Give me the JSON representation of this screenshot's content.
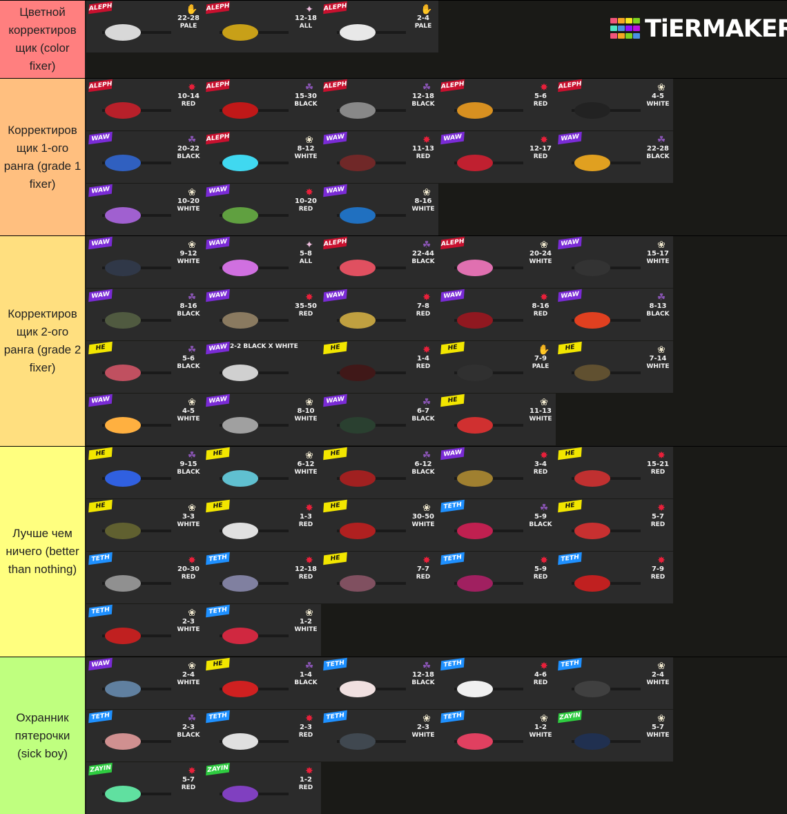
{
  "logo": {
    "text": "TiERMAKER"
  },
  "badge_colors": {
    "ALEPH": "#c8102e",
    "WAW": "#7a2bd6",
    "HE": "#f2e600",
    "TETH": "#1e90ff",
    "ZAYIN": "#2ecc40"
  },
  "damage_colors": {
    "RED": "#e8203a",
    "WHITE": "#f2ead0",
    "BLACK": "#8a55b5",
    "PALE": "#4fd5c8",
    "ALL": "#f0c0e0"
  },
  "tiers": [
    {
      "label": "Цветной корректиров щик (color fixer)",
      "color": "#ff7f7f",
      "items": [
        {
          "badge": "ALEPH",
          "damage": "22-28",
          "type": "PALE",
          "weapon_color": "#d8d8d8"
        },
        {
          "badge": "ALEPH",
          "damage": "12-18",
          "type": "ALL",
          "weapon_color": "#c8a018"
        },
        {
          "badge": "ALEPH",
          "damage": "2-4",
          "type": "PALE",
          "weapon_color": "#e8e8e8"
        }
      ]
    },
    {
      "label": "Корректиров щик 1-ого ранга (grade 1 fixer)",
      "color": "#ffbf7f",
      "items": [
        {
          "badge": "ALEPH",
          "damage": "10-14",
          "type": "RED",
          "weapon_color": "#b8202a"
        },
        {
          "badge": "ALEPH",
          "damage": "15-30",
          "type": "BLACK",
          "weapon_color": "#c01818"
        },
        {
          "badge": "ALEPH",
          "damage": "12-18",
          "type": "BLACK",
          "weapon_color": "#888888"
        },
        {
          "badge": "ALEPH",
          "damage": "5-6",
          "type": "RED",
          "weapon_color": "#d89020"
        },
        {
          "badge": "ALEPH",
          "damage": "4-5",
          "type": "WHITE",
          "weapon_color": "#222222"
        },
        {
          "badge": "WAW",
          "damage": "20-22",
          "type": "BLACK",
          "weapon_color": "#3060c0"
        },
        {
          "badge": "ALEPH",
          "damage": "8-12",
          "type": "WHITE",
          "weapon_color": "#40d8f0"
        },
        {
          "badge": "WAW",
          "damage": "11-13",
          "type": "RED",
          "weapon_color": "#702828"
        },
        {
          "badge": "WAW",
          "damage": "12-17",
          "type": "RED",
          "weapon_color": "#c02030"
        },
        {
          "badge": "WAW",
          "damage": "22-28",
          "type": "BLACK",
          "weapon_color": "#e0a020"
        },
        {
          "badge": "WAW",
          "damage": "10-20",
          "type": "WHITE",
          "weapon_color": "#a060d0"
        },
        {
          "badge": "WAW",
          "damage": "10-20",
          "type": "RED",
          "weapon_color": "#60a040"
        },
        {
          "badge": "WAW",
          "damage": "8-16",
          "type": "WHITE",
          "weapon_color": "#2070c0"
        }
      ]
    },
    {
      "label": "Корректиров щик 2-ого ранга (grade 2 fixer)",
      "color": "#ffdf7f",
      "items": [
        {
          "badge": "WAW",
          "damage": "9-12",
          "type": "WHITE",
          "weapon_color": "#303848"
        },
        {
          "badge": "WAW",
          "damage": "5-8",
          "type": "ALL",
          "weapon_color": "#d070e0"
        },
        {
          "badge": "ALEPH",
          "damage": "22-44",
          "type": "BLACK",
          "weapon_color": "#e05060"
        },
        {
          "badge": "ALEPH",
          "damage": "20-24",
          "type": "WHITE",
          "weapon_color": "#e070b0"
        },
        {
          "badge": "WAW",
          "damage": "15-17",
          "type": "WHITE",
          "weapon_color": "#333333"
        },
        {
          "badge": "WAW",
          "damage": "8-16",
          "type": "BLACK",
          "weapon_color": "#505a40"
        },
        {
          "badge": "WAW",
          "damage": "35-50",
          "type": "RED",
          "weapon_color": "#8a7a60"
        },
        {
          "badge": "WAW",
          "damage": "7-8",
          "type": "RED",
          "weapon_color": "#c0a040"
        },
        {
          "badge": "WAW",
          "damage": "8-16",
          "type": "RED",
          "weapon_color": "#901820"
        },
        {
          "badge": "WAW",
          "damage": "8-13",
          "type": "BLACK",
          "weapon_color": "#e04020"
        },
        {
          "badge": "HE",
          "damage": "5-6",
          "type": "BLACK",
          "weapon_color": "#c05060"
        },
        {
          "badge": "WAW",
          "combo": "2-2 BLACK X WHITE",
          "damage": "",
          "type": "",
          "weapon_color": "#d0d0d0"
        },
        {
          "badge": "HE",
          "damage": "1-4",
          "type": "RED",
          "weapon_color": "#401818"
        },
        {
          "badge": "HE",
          "damage": "7-9",
          "type": "PALE",
          "weapon_color": "#303030"
        },
        {
          "badge": "HE",
          "damage": "7-14",
          "type": "WHITE",
          "weapon_color": "#605030"
        },
        {
          "badge": "WAW",
          "damage": "4-5",
          "type": "WHITE",
          "weapon_color": "#ffb040"
        },
        {
          "badge": "WAW",
          "damage": "8-10",
          "type": "WHITE",
          "weapon_color": "#a0a0a0"
        },
        {
          "badge": "WAW",
          "damage": "6-7",
          "type": "BLACK",
          "weapon_color": "#2a4030"
        },
        {
          "badge": "HE",
          "damage": "11-13",
          "type": "WHITE",
          "weapon_color": "#d03030"
        }
      ]
    },
    {
      "label": "Лучше чем ничего (better than nothing)",
      "color": "#ffff7f",
      "items": [
        {
          "badge": "HE",
          "damage": "9-15",
          "type": "BLACK",
          "weapon_color": "#3060e0"
        },
        {
          "badge": "HE",
          "damage": "6-12",
          "type": "WHITE",
          "weapon_color": "#60c0d0"
        },
        {
          "badge": "HE",
          "damage": "6-12",
          "type": "BLACK",
          "weapon_color": "#a02020"
        },
        {
          "badge": "WAW",
          "damage": "3-4",
          "type": "RED",
          "weapon_color": "#a08030"
        },
        {
          "badge": "HE",
          "damage": "15-21",
          "type": "RED",
          "weapon_color": "#c03030"
        },
        {
          "badge": "HE",
          "damage": "3-3",
          "type": "WHITE",
          "weapon_color": "#606030"
        },
        {
          "badge": "HE",
          "damage": "1-3",
          "type": "RED",
          "weapon_color": "#e0e0e0"
        },
        {
          "badge": "HE",
          "damage": "30-50",
          "type": "WHITE",
          "weapon_color": "#b02020"
        },
        {
          "badge": "TETH",
          "damage": "5-9",
          "type": "BLACK",
          "weapon_color": "#c02050"
        },
        {
          "badge": "HE",
          "damage": "5-7",
          "type": "RED",
          "weapon_color": "#c83030"
        },
        {
          "badge": "TETH",
          "damage": "20-30",
          "type": "RED",
          "weapon_color": "#909090"
        },
        {
          "badge": "TETH",
          "damage": "12-18",
          "type": "RED",
          "weapon_color": "#8080a0"
        },
        {
          "badge": "HE",
          "damage": "7-7",
          "type": "RED",
          "weapon_color": "#805060"
        },
        {
          "badge": "TETH",
          "damage": "5-9",
          "type": "RED",
          "weapon_color": "#a02060"
        },
        {
          "badge": "TETH",
          "damage": "7-9",
          "type": "RED",
          "weapon_color": "#c02020"
        },
        {
          "badge": "TETH",
          "damage": "2-3",
          "type": "WHITE",
          "weapon_color": "#c02020"
        },
        {
          "badge": "TETH",
          "damage": "1-2",
          "type": "WHITE",
          "weapon_color": "#d02840"
        }
      ]
    },
    {
      "label": "Охранник пятерочки (sick boy)",
      "color": "#bfff7f",
      "items": [
        {
          "badge": "WAW",
          "damage": "2-4",
          "type": "WHITE",
          "weapon_color": "#6080a0"
        },
        {
          "badge": "HE",
          "damage": "1-4",
          "type": "BLACK",
          "weapon_color": "#d02020"
        },
        {
          "badge": "TETH",
          "damage": "12-18",
          "type": "BLACK",
          "weapon_color": "#f0e0e0"
        },
        {
          "badge": "TETH",
          "damage": "4-6",
          "type": "RED",
          "weapon_color": "#f0f0f0"
        },
        {
          "badge": "TETH",
          "damage": "2-4",
          "type": "WHITE",
          "weapon_color": "#404040"
        },
        {
          "badge": "TETH",
          "damage": "2-3",
          "type": "BLACK",
          "weapon_color": "#d09090"
        },
        {
          "badge": "TETH",
          "damage": "2-3",
          "type": "RED",
          "weapon_color": "#e0e0e0"
        },
        {
          "badge": "TETH",
          "damage": "2-3",
          "type": "WHITE",
          "weapon_color": "#404850"
        },
        {
          "badge": "TETH",
          "damage": "1-2",
          "type": "WHITE",
          "weapon_color": "#e04060"
        },
        {
          "badge": "ZAYIN",
          "damage": "5-7",
          "type": "WHITE",
          "weapon_color": "#203050"
        },
        {
          "badge": "ZAYIN",
          "damage": "5-7",
          "type": "RED",
          "weapon_color": "#60e0a0"
        },
        {
          "badge": "ZAYIN",
          "damage": "1-2",
          "type": "RED",
          "weapon_color": "#8040c0"
        }
      ]
    }
  ]
}
